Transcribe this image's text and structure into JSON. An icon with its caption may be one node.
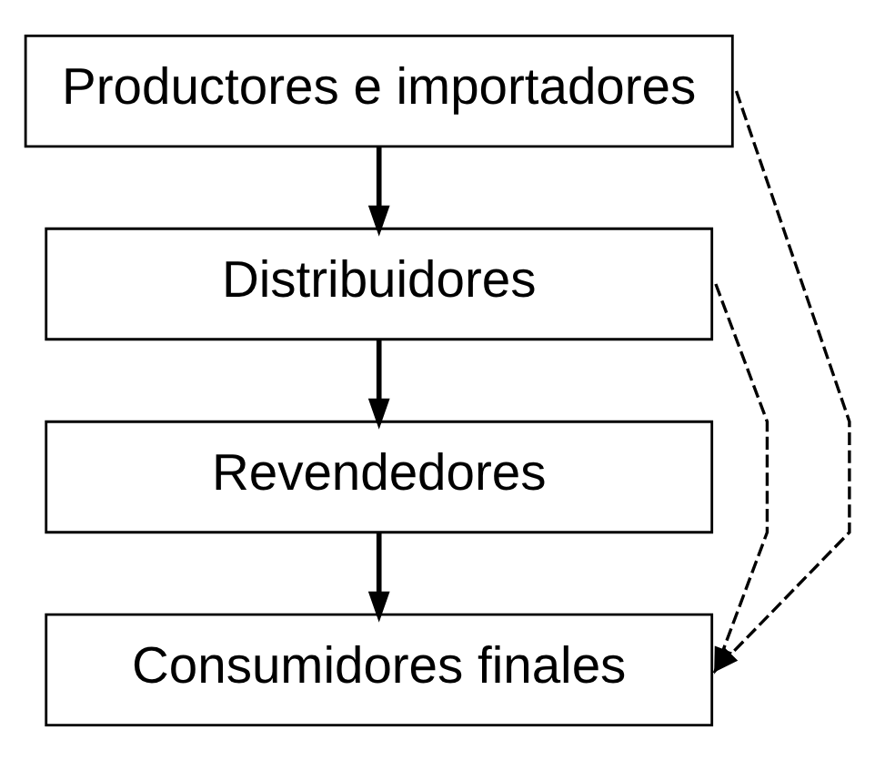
{
  "diagram": {
    "nodes": [
      {
        "text": [
          "Productores e importadores"
        ]
      },
      {
        "text": [
          "Distribuidores"
        ]
      },
      {
        "text": [
          "Revendedores"
        ]
      },
      {
        "text": [
          "Consumidores finales"
        ]
      }
    ],
    "edges": [
      {
        "from": 0,
        "to": 1,
        "arrow": "to"
      },
      {
        "from": 1,
        "to": 2,
        "arrow": "to"
      },
      {
        "from": 2,
        "to": 3,
        "arrow": "to"
      },
      {
        "from": 1,
        "to": 3,
        "arrow": "to",
        "style": "dashed"
      },
      {
        "from": 0,
        "to": 3,
        "arrow": "to",
        "style": "dashed"
      }
    ]
  }
}
